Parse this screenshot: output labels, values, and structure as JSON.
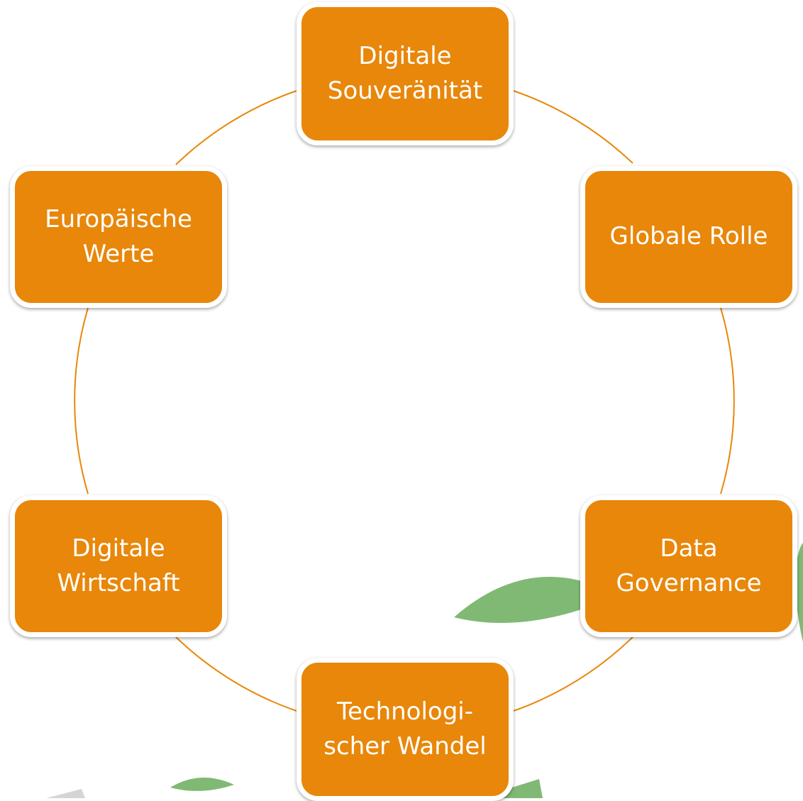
{
  "diagram": {
    "type": "cycle",
    "accent_color": "#e8870a",
    "connector_color": "#e8870a",
    "decoration_color": "#6aad5c",
    "nodes": [
      {
        "id": "n-top",
        "label": "Digitale\nSouveränität"
      },
      {
        "id": "n-right1",
        "label": "Globale Rolle"
      },
      {
        "id": "n-right2",
        "label": "Data\nGovernance"
      },
      {
        "id": "n-bottom",
        "label": "Technologi-\nscher Wandel"
      },
      {
        "id": "n-left2",
        "label": "Digitale\nWirtschaft"
      },
      {
        "id": "n-left1",
        "label": "Europäische\nWerte"
      }
    ]
  }
}
